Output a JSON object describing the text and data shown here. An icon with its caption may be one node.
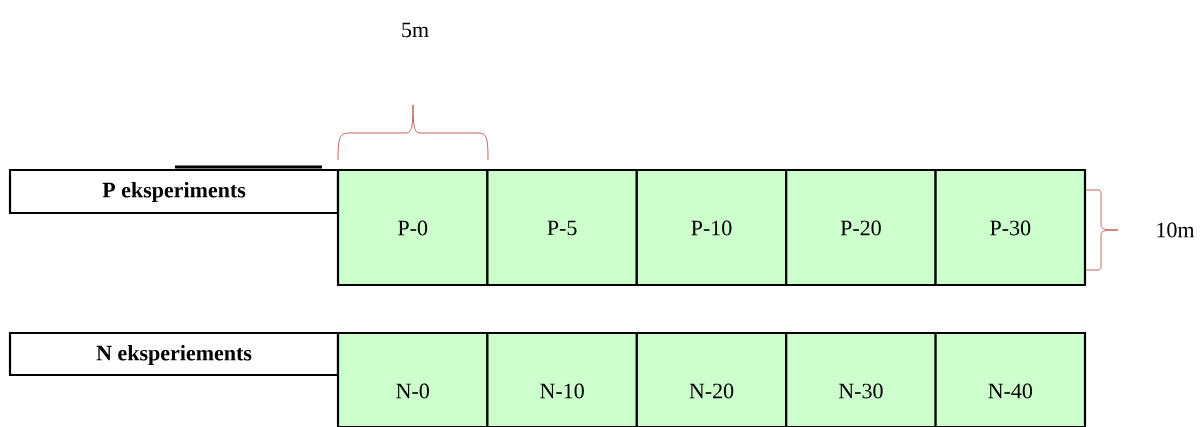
{
  "diagram": {
    "nodes": [
      {
        "text": [
          "P eksperiments"
        ]
      },
      {
        "text": [
          "P-0"
        ]
      },
      {
        "text": [
          "P-5"
        ]
      },
      {
        "text": [
          "P-10"
        ]
      },
      {
        "text": [
          "P-20"
        ]
      },
      {
        "text": [
          "P-30"
        ]
      },
      {
        "text": [
          "N eksperiements"
        ]
      },
      {
        "text": [
          "N-0"
        ]
      },
      {
        "text": [
          "N-10"
        ]
      },
      {
        "text": [
          "N-20"
        ]
      },
      {
        "text": [
          "N-30"
        ]
      },
      {
        "text": [
          "N-40"
        ]
      }
    ],
    "labels": [
      "5m",
      "10m"
    ]
  }
}
